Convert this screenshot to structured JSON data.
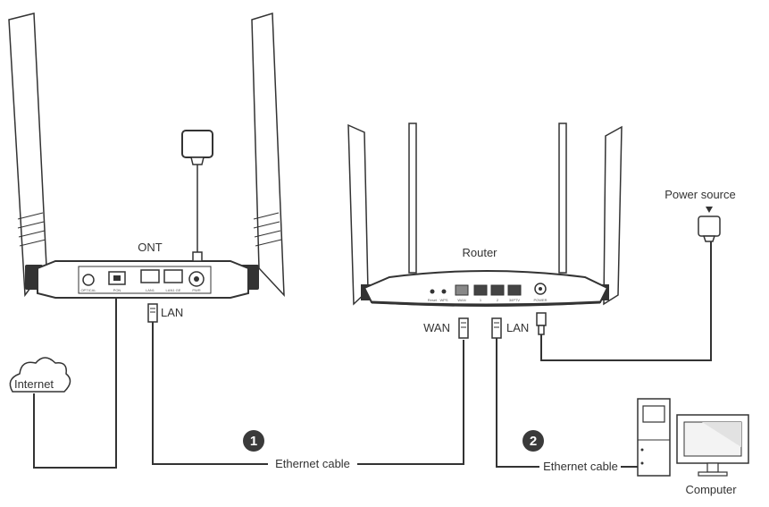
{
  "devices": {
    "ont": {
      "label": "ONT",
      "ports": [
        "OPTICAL",
        "PON",
        "LAN1",
        "LAN1 GE",
        "PWR"
      ]
    },
    "router": {
      "label": "Router",
      "ports": [
        "Reset",
        "WPS",
        "WAN",
        "1",
        "2",
        "3/IPTV",
        "POWER"
      ]
    },
    "computer": {
      "label": "Computer"
    },
    "power_source": {
      "label": "Power source"
    },
    "internet": {
      "label": "Internet"
    }
  },
  "port_labels": {
    "ont_lan": "LAN",
    "router_wan": "WAN",
    "router_lan": "LAN"
  },
  "steps": [
    {
      "number": "1",
      "cable": "Ethernet cable"
    },
    {
      "number": "2",
      "cable": "Ethernet cable"
    }
  ],
  "colors": {
    "line": "#333333",
    "step_badge": "#3a3a3a",
    "device_fill": "#ffffff"
  }
}
